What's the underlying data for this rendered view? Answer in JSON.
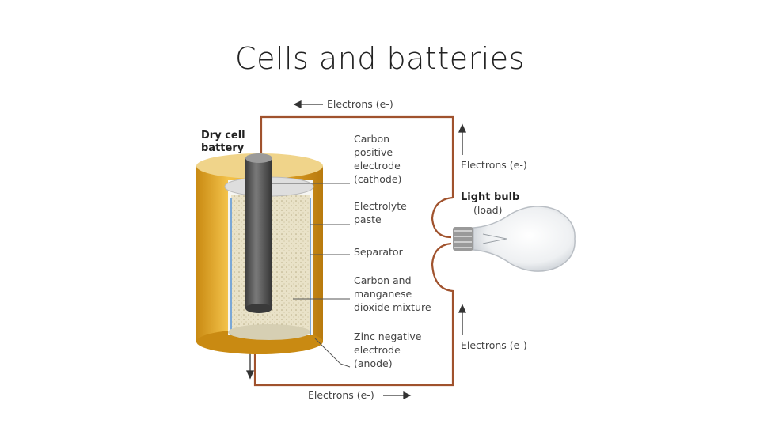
{
  "title": "Cells and batteries",
  "diagram": {
    "battery_label": [
      "Dry cell",
      "battery"
    ],
    "electrons_top": "Electrons (e-)",
    "electrons_right_top": "Electrons (e-)",
    "electrons_right_bottom": "Electrons (e-)",
    "electrons_bottom": "Electrons (e-)",
    "light_bulb": "Light bulb",
    "load": "(load)",
    "cathode_label": [
      "Carbon",
      "positive",
      "electrode",
      "(cathode)"
    ],
    "electrolyte_label": [
      "Electrolyte",
      "paste"
    ],
    "separator_label": [
      "Separator"
    ],
    "mixture_label": [
      "Carbon and",
      "manganese",
      "dioxide mixture"
    ],
    "anode_label": [
      "Zinc negative",
      "electrode",
      "(anode)"
    ],
    "colors": {
      "wire": "#a0522d",
      "zinc_casing": "#e8a92a",
      "carbon_rod": "#555555",
      "paste": "#e6dfc6",
      "separator": "#7aa7d6"
    }
  }
}
